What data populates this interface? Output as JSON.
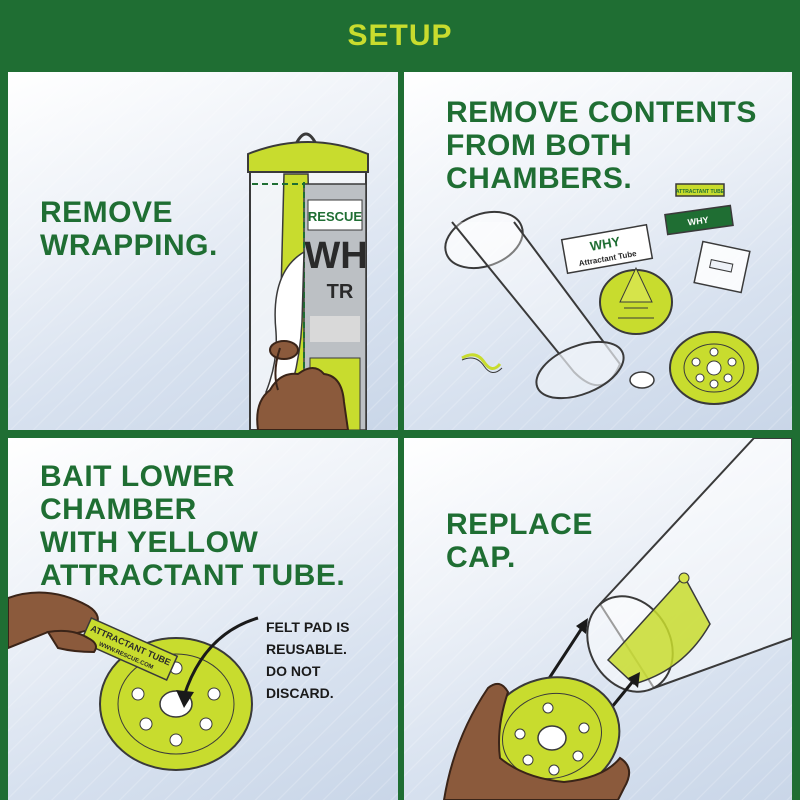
{
  "header": {
    "title": "SETUP"
  },
  "steps": [
    {
      "text": "REMOVE\nWRAPPING."
    },
    {
      "text": "REMOVE CONTENTS\nFROM BOTH\nCHAMBERS."
    },
    {
      "text": "BAIT LOWER\nCHAMBER\nWITH YELLOW\nATTRACTANT TUBE."
    },
    {
      "text": "REPLACE\nCAP."
    }
  ],
  "notes": {
    "felt_pad": "FELT PAD IS\nREUSABLE.\nDO NOT\nDISCARD."
  },
  "product_labels": {
    "brand": "RESCUE",
    "wrap_big": "WH",
    "wrap_small": "TR",
    "box_brand": "WHY",
    "box_sub": "Attractant Tube",
    "green_pack": "WHY",
    "small_tube": "ATTRACTANT TUBE",
    "bait_tube": "ATTRACTANT TUBE",
    "bait_tube_sub": "WWW.RESCUE.COM"
  },
  "colors": {
    "header_bg": "#1f6e33",
    "accent_yellow": "#c8dc2e",
    "step_text": "#1f6e33"
  }
}
